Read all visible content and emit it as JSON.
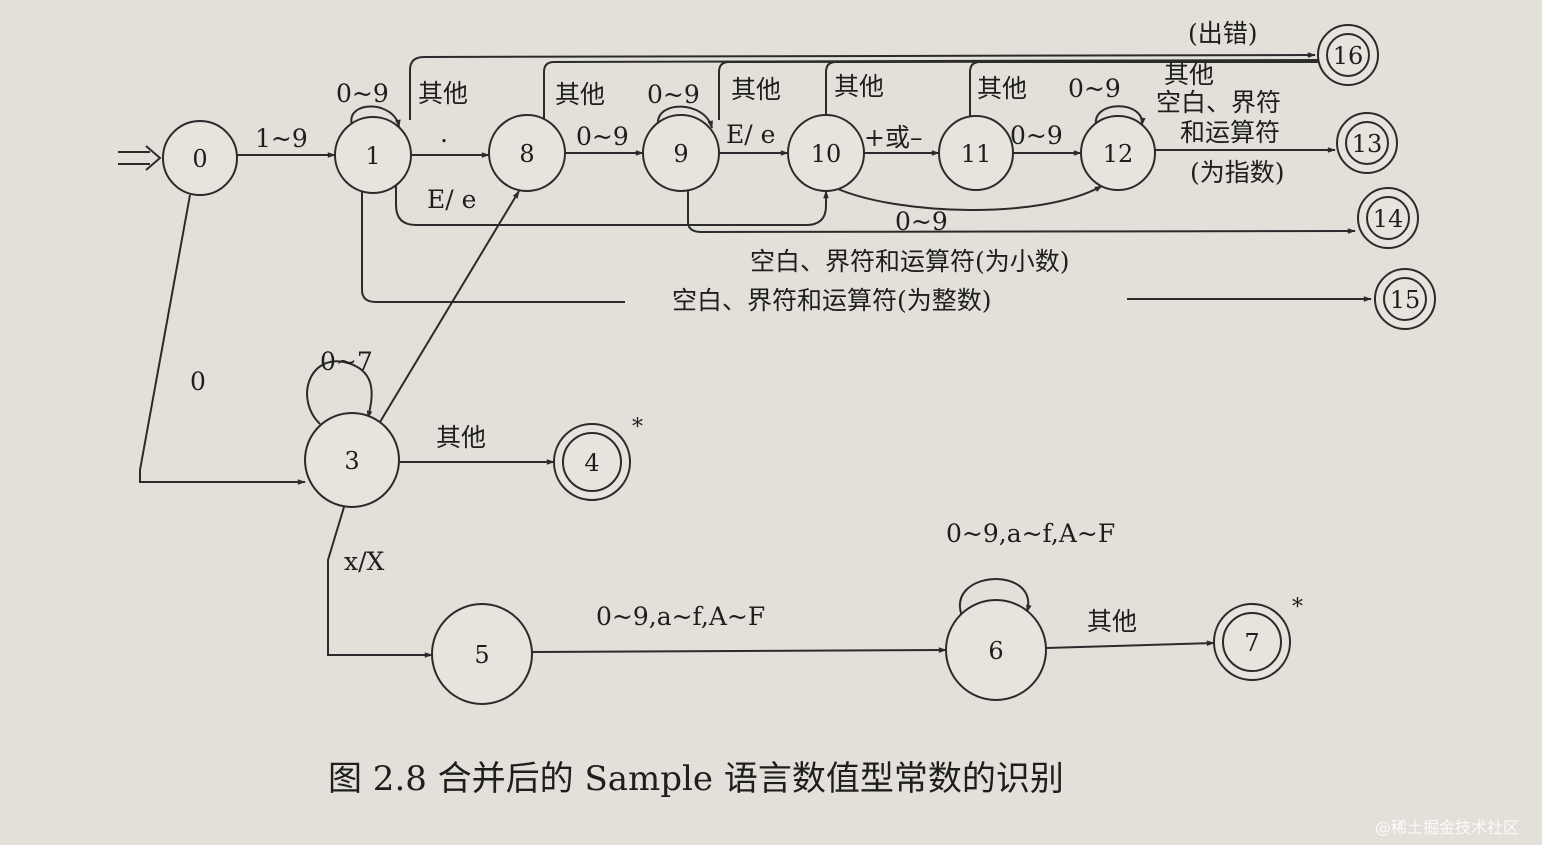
{
  "nodes": [
    {
      "id": "0",
      "label": "0",
      "accepting": false
    },
    {
      "id": "1",
      "label": "1",
      "accepting": false
    },
    {
      "id": "8",
      "label": "8",
      "accepting": false
    },
    {
      "id": "9",
      "label": "9",
      "accepting": false
    },
    {
      "id": "10",
      "label": "10",
      "accepting": false
    },
    {
      "id": "11",
      "label": "11",
      "accepting": false
    },
    {
      "id": "12",
      "label": "12",
      "accepting": false
    },
    {
      "id": "16",
      "label": "16",
      "accepting": true
    },
    {
      "id": "13",
      "label": "13",
      "accepting": true
    },
    {
      "id": "14",
      "label": "14",
      "accepting": true
    },
    {
      "id": "15",
      "label": "15",
      "accepting": true
    },
    {
      "id": "3",
      "label": "3",
      "accepting": false
    },
    {
      "id": "4",
      "label": "4",
      "accepting": true,
      "marker": "*"
    },
    {
      "id": "5",
      "label": "5",
      "accepting": false
    },
    {
      "id": "6",
      "label": "6",
      "accepting": false
    },
    {
      "id": "7",
      "label": "7",
      "accepting": true,
      "marker": "*"
    }
  ],
  "edges": [
    {
      "id": "e0-1",
      "from": "0",
      "to": "1",
      "label": "1~9"
    },
    {
      "id": "e1-1",
      "from": "1",
      "to": "1",
      "label": "0~9"
    },
    {
      "id": "e1-16",
      "from": "1",
      "to": "16",
      "label": "其他"
    },
    {
      "id": "e1-8",
      "from": "1",
      "to": "8",
      "label": "."
    },
    {
      "id": "e1-10",
      "from": "1",
      "to": "10",
      "label": "E/ e"
    },
    {
      "id": "e1-15",
      "from": "1",
      "to": "15",
      "label": "空白、界符和运算符(为整数)"
    },
    {
      "id": "e8-16",
      "from": "8",
      "to": "16",
      "label": "其他"
    },
    {
      "id": "e8-9",
      "from": "8",
      "to": "9",
      "label": "0~9"
    },
    {
      "id": "e9-9",
      "from": "9",
      "to": "9",
      "label": "0~9"
    },
    {
      "id": "e9-16",
      "from": "9",
      "to": "16",
      "label": "其他"
    },
    {
      "id": "e9-10",
      "from": "9",
      "to": "10",
      "label": "E/ e"
    },
    {
      "id": "e9-14",
      "from": "9",
      "to": "14",
      "label": "空白、界符和运算符(为小数)"
    },
    {
      "id": "e10-16",
      "from": "10",
      "to": "16",
      "label": "其他"
    },
    {
      "id": "e10-11",
      "from": "10",
      "to": "11",
      "label": "+或–"
    },
    {
      "id": "e10-12",
      "from": "10",
      "to": "12",
      "label": "0~9"
    },
    {
      "id": "e11-16",
      "from": "11",
      "to": "16",
      "label": "其他"
    },
    {
      "id": "e11-12",
      "from": "11",
      "to": "12",
      "label": "0~9"
    },
    {
      "id": "e12-12",
      "from": "12",
      "to": "12",
      "label": "0~9"
    },
    {
      "id": "e12-13",
      "from": "12",
      "to": "13",
      "label": "其他\n空白、界符\n和运算符\n(为指数)"
    },
    {
      "id": "e0-3",
      "from": "0",
      "to": "3",
      "label": "0"
    },
    {
      "id": "e3-3",
      "from": "3",
      "to": "3",
      "label": "0~7"
    },
    {
      "id": "e3-8",
      "from": "3",
      "to": "8",
      "label": ""
    },
    {
      "id": "e3-4",
      "from": "3",
      "to": "4",
      "label": "其他"
    },
    {
      "id": "e3-5",
      "from": "3",
      "to": "5",
      "label": "x/X"
    },
    {
      "id": "e5-6",
      "from": "5",
      "to": "6",
      "label": "0~9,a~f,A~F"
    },
    {
      "id": "e6-6",
      "from": "6",
      "to": "6",
      "label": "0~9,a~f,A~F"
    },
    {
      "id": "e6-7",
      "from": "6",
      "to": "7",
      "label": "其他"
    }
  ],
  "error_label": "(出错)",
  "caption": "图 2.8   合并后的 Sample 语言数值型常数的识别",
  "watermark": "@稀土掘金技术社区",
  "colors": {
    "ink": "#2b2b2b",
    "paper": "#e3e0d9"
  }
}
